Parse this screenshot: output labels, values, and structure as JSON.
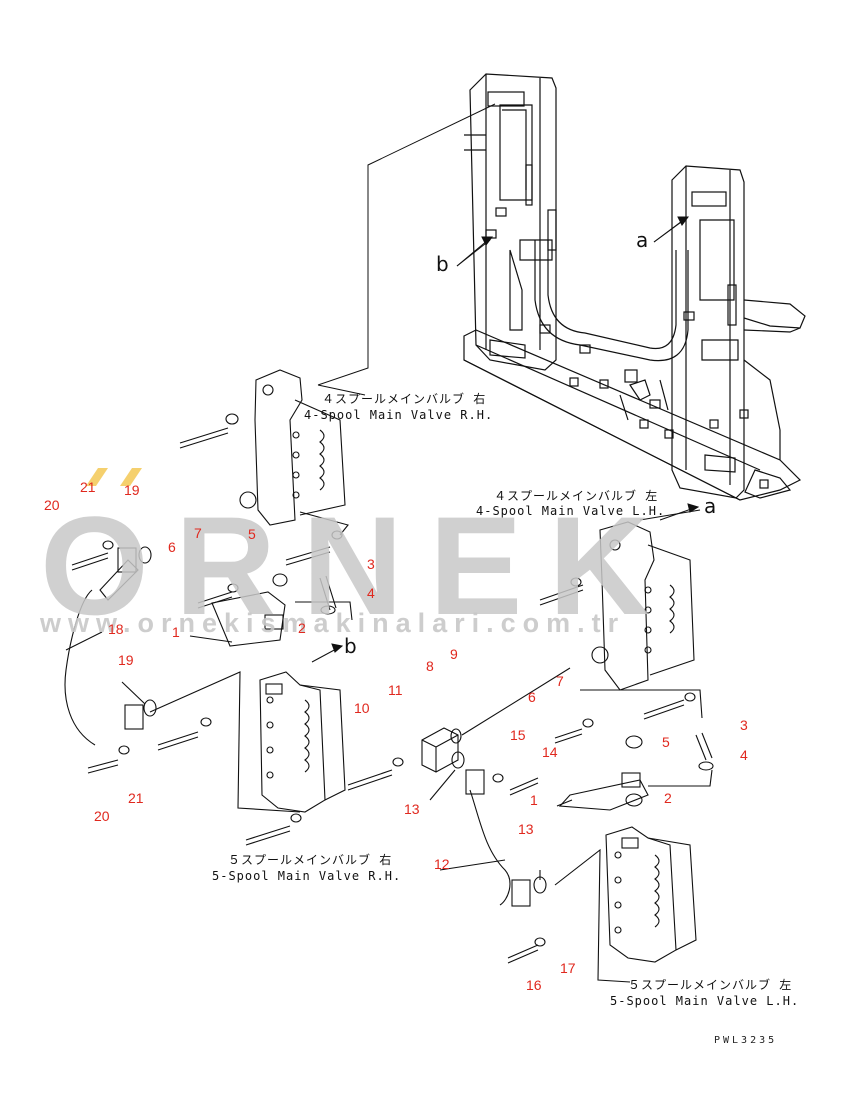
{
  "watermark": {
    "brand": "ORNEK",
    "site": "www.ornekismakinalari.com.tr",
    "accent": "#f3c44a",
    "gray": "#c8c8c8"
  },
  "labels": {
    "v4rh_jp": "４スプールメインバルブ 右",
    "v4rh_en": "4-Spool Main Valve R.H.",
    "v4lh_jp": "４スプールメインバルブ 左",
    "v4lh_en": "4-Spool Main Valve L.H.",
    "v5rh_jp": "５スプールメインバルブ 右",
    "v5rh_en": "5-Spool Main Valve R.H.",
    "v5lh_jp": "５スプールメインバルブ 左",
    "v5lh_en": "5-Spool Main Valve L.H."
  },
  "letters": {
    "a1": "a",
    "a2": "a",
    "b1": "b",
    "b2": "b"
  },
  "code": "PWL3235",
  "part_numbers": [
    "20",
    "21",
    "19",
    "6",
    "7",
    "5",
    "3",
    "4",
    "18",
    "1",
    "2",
    "19",
    "20",
    "21",
    "8",
    "9",
    "11",
    "10",
    "6",
    "7",
    "5",
    "3",
    "4",
    "2",
    "15",
    "14",
    "1",
    "13",
    "13",
    "12",
    "16",
    "17"
  ],
  "colors": {
    "line": "#111111",
    "number": "#e0281e"
  }
}
